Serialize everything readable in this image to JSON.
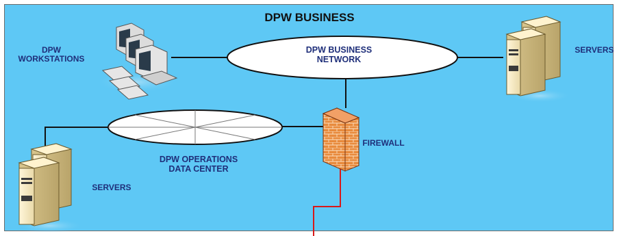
{
  "diagram": {
    "title": "DPW BUSINESS",
    "business_network": {
      "line1": "DPW BUSINESS",
      "line2": "NETWORK"
    },
    "workstations": {
      "line1": "DPW",
      "line2": "WORKSTATIONS"
    },
    "servers_right": {
      "label": "SERVERS"
    },
    "operations_center": {
      "line1": "DPW OPERATIONS",
      "line2": "DATA CENTER"
    },
    "firewall": {
      "label": "FIREWALL"
    },
    "servers_left": {
      "label": "SERVERS"
    }
  },
  "colors": {
    "background": "#5ec8f5",
    "label_text": "#1f2f7a",
    "title_text": "#111111",
    "connection_line": "#111111",
    "external_link": "#d81818",
    "firewall_brick": "#e07a2e"
  }
}
